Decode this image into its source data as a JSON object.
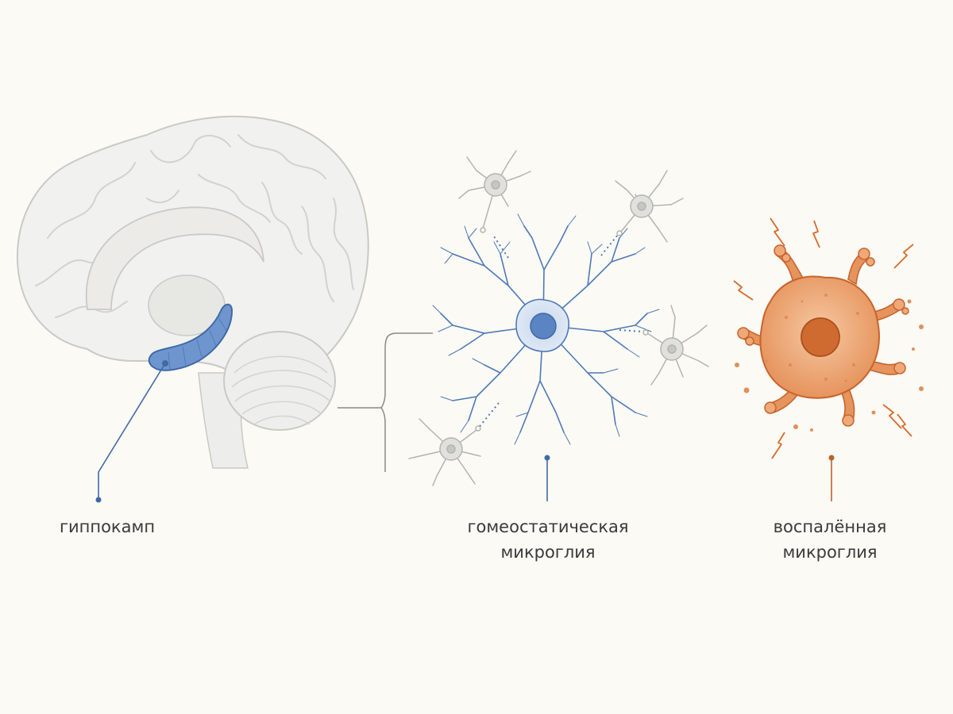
{
  "labels": {
    "hippocampus": "гиппокамп",
    "homeostatic_line1": "гомеостатическая",
    "homeostatic_line2": "микроглия",
    "inflamed_line1": "воспалённая",
    "inflamed_line2": "микроглия"
  },
  "colors": {
    "background": "#fbfaf5",
    "brain_fill": "#f1f1ef",
    "brain_stroke": "#c9c9c6",
    "hippocampus": "#5b86c4",
    "homeostatic": "#4d79b8",
    "inflamed": "#e0905a",
    "inflamed_dark": "#c8642c",
    "neuron": "#bcbcb8",
    "text": "#3a3a3a"
  },
  "icons": [
    "brain-sagittal-icon",
    "hippocampus-icon",
    "ramified-microglia-icon",
    "neuron-icon",
    "amoeboid-microglia-icon",
    "lightning-icon"
  ]
}
